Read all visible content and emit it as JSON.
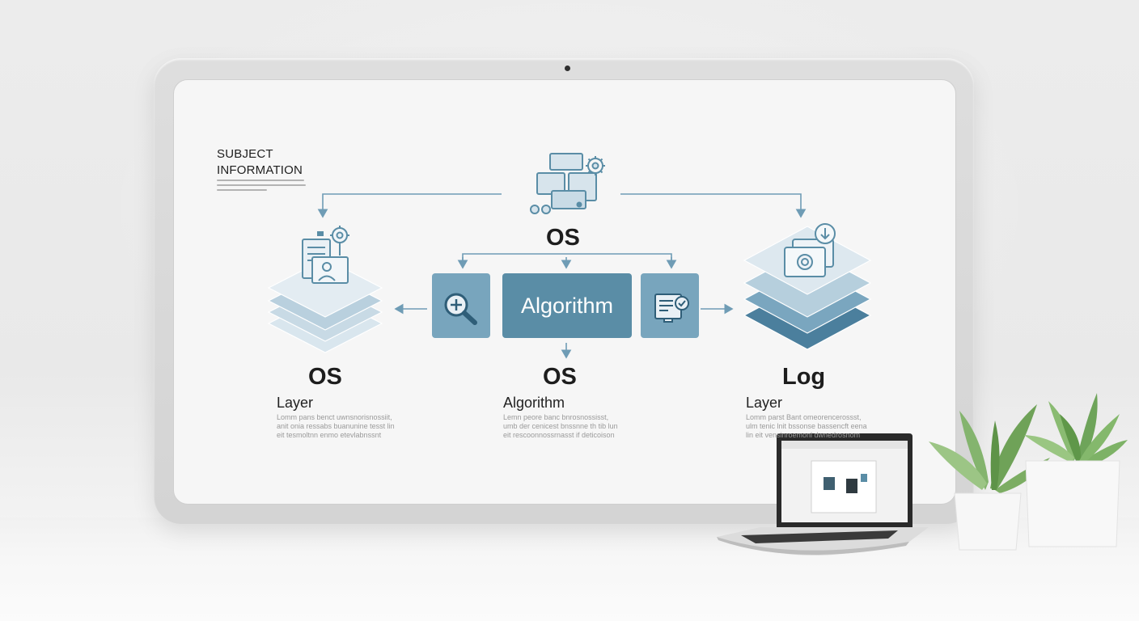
{
  "header": {
    "line1": "SUBJECT",
    "line2": "INFORMATION"
  },
  "top_node": {
    "title": "OS"
  },
  "center": {
    "box_label": "Algorithm",
    "title": "OS",
    "subtitle": "Algorithm",
    "body": "Lemn peore banc bnrosnossisst, umb der cenicest bnssnne th tib lun eit rescoonnossrnasst if deticoison"
  },
  "left_col": {
    "title": "OS",
    "subtitle": "Layer",
    "body": "Lomm pans benct uwnsnorisnossiit, anit onia ressabs buanunine tesst lin eit tesmoltnn enmo etevlabnssnt"
  },
  "right_col": {
    "title": "Log",
    "subtitle": "Layer",
    "body": "Lomm parst Bant omeorencerossst, ulm tenic lnit bssonse bassencft eena lin eit vensinroemonl dwnedrosnom"
  },
  "icons": {
    "top": "window-gear-icon",
    "left": "document-person-gear-icon",
    "search": "magnify-plus-icon",
    "report": "document-check-icon",
    "right": "photo-download-icon"
  },
  "colors": {
    "primary": "#5a8da6",
    "secondary": "#78a5bd",
    "layer_light": "#d4e2ea",
    "layer_dark": "#4b7f9d",
    "connector": "#6f9cb5"
  }
}
